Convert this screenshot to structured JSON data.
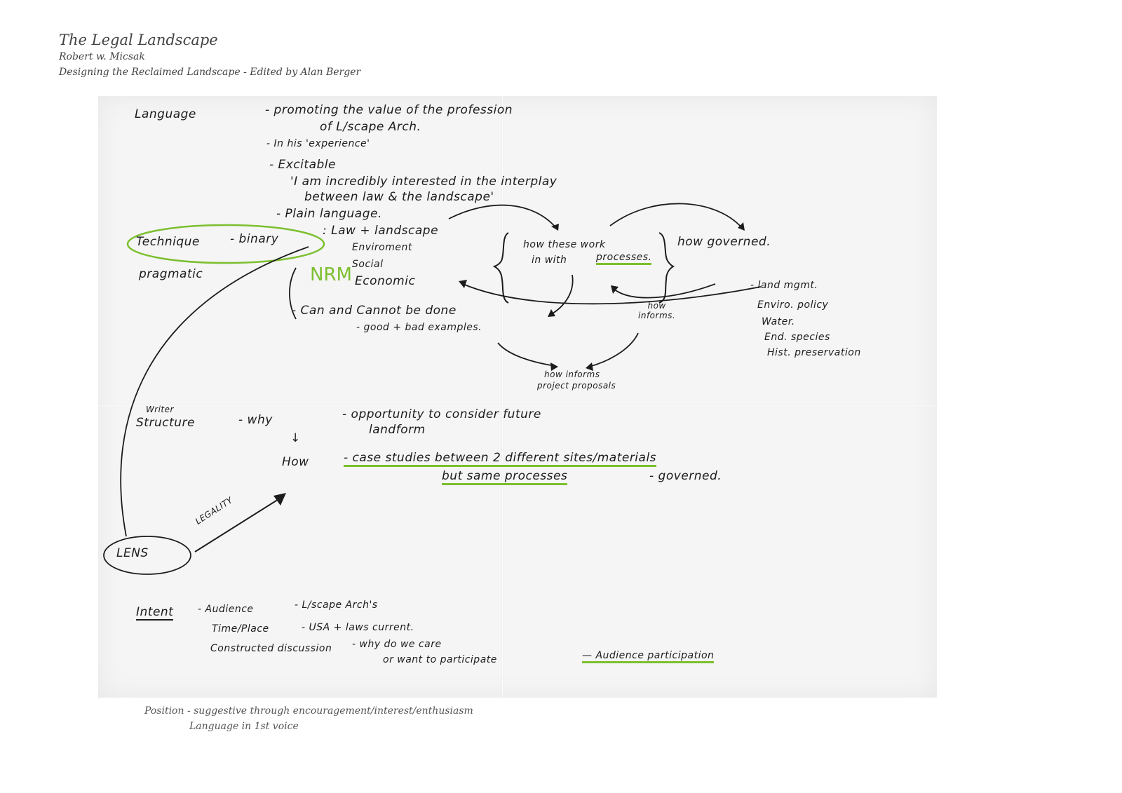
{
  "header": {
    "title": "The Legal Landscape",
    "author": "Robert w. Micsak",
    "source": "Designing the Reclaimed Landscape - Edited by Alan Berger"
  },
  "notes": {
    "language_label": "Language",
    "lang_1a": "- promoting the value of the profession",
    "lang_1b": "of L/scape Arch.",
    "lang_2": "- In his 'experience'",
    "lang_3": "- Excitable",
    "lang_quote_1": "'I am incredibly interested in the interplay",
    "lang_quote_2": "between law & the landscape'",
    "lang_4": "- Plain language.",
    "technique_label": "Technique",
    "binary": "- binary",
    "pragmatic": "pragmatic",
    "law_landscape": ": Law + landscape",
    "enviroment": "Enviroment",
    "social": "Social",
    "economic": "Economic",
    "nrm": "NRM",
    "how_these_work": "how these work",
    "in_with": "in with",
    "processes": "processes.",
    "how_governed": "how governed.",
    "can_cannot": "- Can and Cannot be done",
    "good_bad": "- good + bad examples.",
    "how_informs": "how\ninforms.",
    "land_mgmt": "- land mgmt.",
    "enviro_policy": "Enviro. policy",
    "water": "Water.",
    "end_species": "End. species",
    "hist_pres": "Hist. preservation",
    "how_informs_project_1": "how informs",
    "how_informs_project_2": "project proposals",
    "writer": "Writer",
    "structure": "Structure",
    "why": "- why",
    "opportunity_1": "- opportunity to consider future",
    "opportunity_2": "landform",
    "down_arrow": "↓",
    "how": "How",
    "case_studies": "- case studies between 2 different sites/materials",
    "but_same": "but same processes",
    "governed": "- governed.",
    "lens": "LENS",
    "legality": "LEGALITY",
    "intent": "Intent",
    "audience": "- Audience",
    "audience_value": "- L/scape Arch's",
    "time_place": "Time/Place",
    "usa": "- USA + laws current.",
    "constructed": "Constructed discussion",
    "why_care_1": "- why do we care",
    "why_care_2": "or want to participate",
    "audience_participation": "— Audience participation"
  },
  "footer": {
    "position": "Position - suggestive through encouragement/interest/enthusiasm",
    "voice": "Language in 1st voice"
  },
  "colors": {
    "ink": "#1c1c1c",
    "highlight": "#7cbf2f",
    "paper": "#f5f5f5"
  }
}
